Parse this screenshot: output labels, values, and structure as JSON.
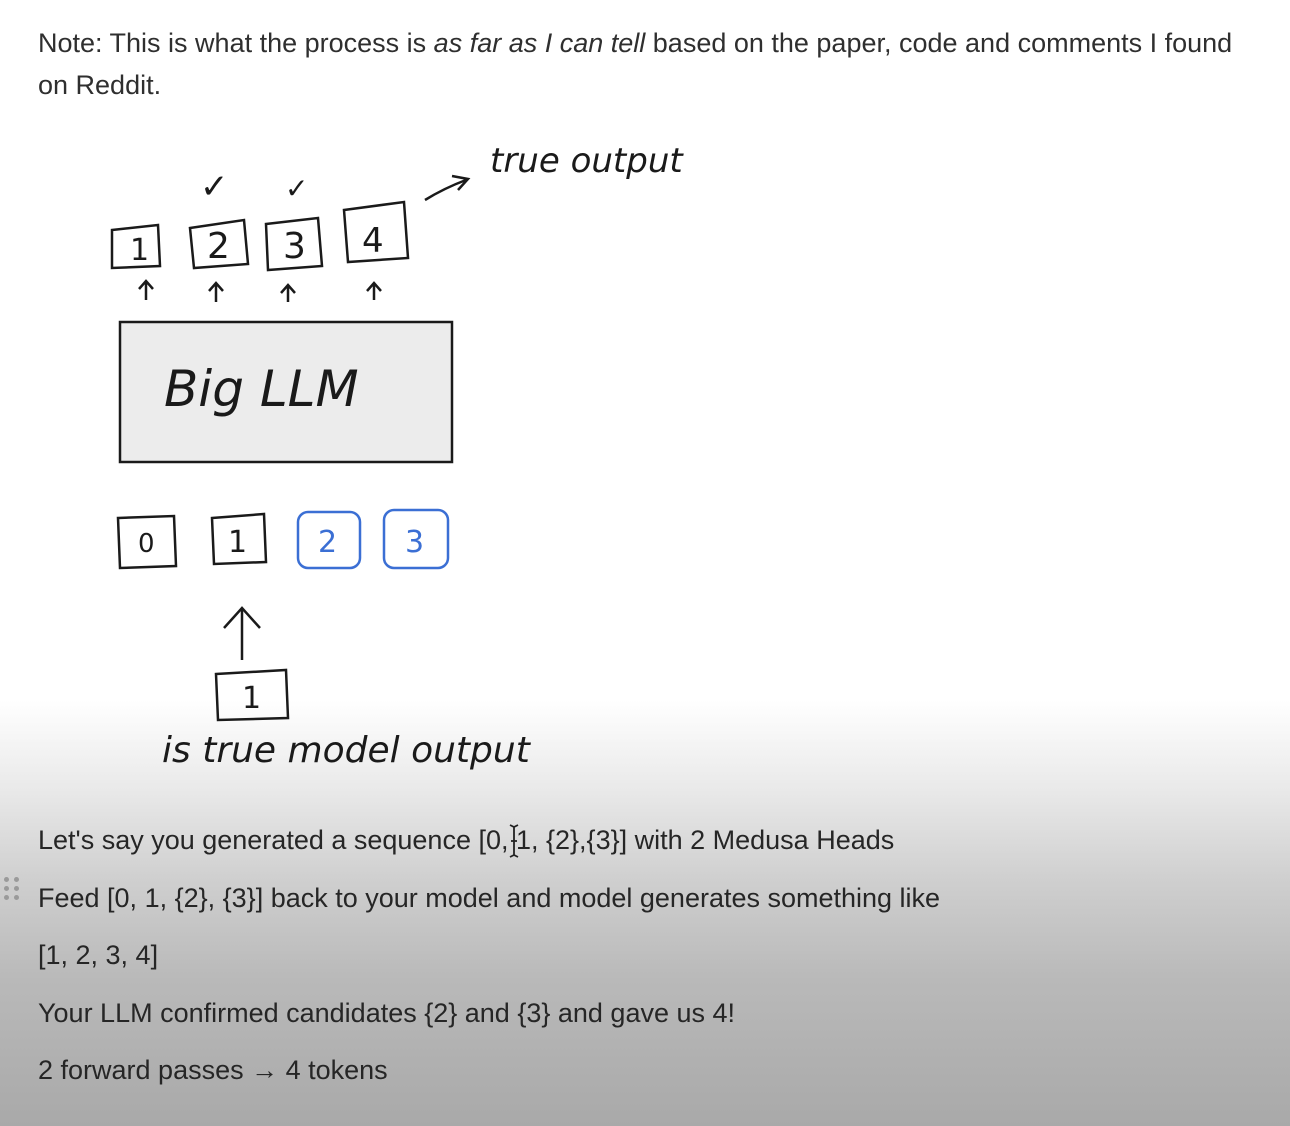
{
  "note": {
    "prefix": "Note: This is what the process is ",
    "emphasis": "as far as I can tell",
    "suffix": " based on the paper, code and comments I found on Reddit."
  },
  "sketch": {
    "top_label": "true output",
    "top_tokens": [
      "1",
      "2",
      "3",
      "4"
    ],
    "checkmarks": [
      "✓",
      "✓"
    ],
    "box_label": "Big LLM",
    "input_tokens": [
      "0",
      "1",
      "2",
      "3"
    ],
    "bottom_token": "1",
    "bottom_label": "is true model output",
    "colors": {
      "ink": "#1a1a1a",
      "candidate": "#3b6fd4",
      "box_fill": "#ececec"
    }
  },
  "lines": [
    "Let's say you generated a sequence [0, 1, {2},{3}] with 2 Medusa Heads",
    "Feed [0, 1, {2}, {3}] back to your model and model generates something like",
    "[1, 2, 3, 4]",
    "Your LLM confirmed candidates {2} and {3} and gave us 4!",
    "2 forward passes → 4 tokens"
  ]
}
